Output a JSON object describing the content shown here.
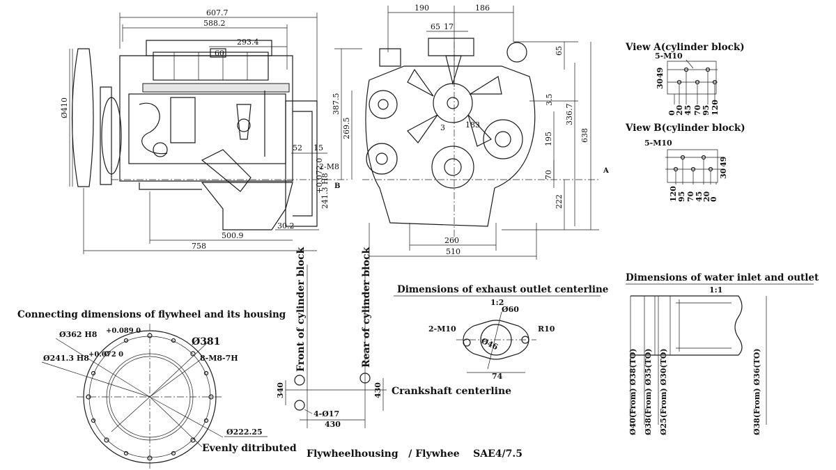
{
  "front_view": {
    "dims": {
      "overall_length": "607.7",
      "length_2": "588.2",
      "length_3": "293.4",
      "length_60": "60",
      "dia_410": "Ø410",
      "length_758": "758",
      "length_500_9": "500.9",
      "length_30_2": "30.2",
      "length_52": "52",
      "length_15": "15",
      "thread_2m8": "2-M8",
      "height_269_5": "269.5",
      "height_387_5": "387.5",
      "housing_dia": "241.3 H8",
      "tolerance": "+0.072\n0",
      "label_b": "B"
    }
  },
  "side_view": {
    "dims": {
      "w_190": "190",
      "w_186": "186",
      "w_65": "65",
      "w_17": "17",
      "v_65": "65",
      "h_3_5": "3.5",
      "h_336_7": "336.7",
      "h_195": "195",
      "h_70": "70",
      "h_222": "222",
      "h_638": "638",
      "w_183": "183",
      "w_260": "260",
      "w_510": "510",
      "label_a": "A"
    }
  },
  "view_a": {
    "title": "View A(cylinder block)",
    "thread": "5-M10",
    "v30": "30",
    "v49": "49",
    "h0": "0",
    "h20": "20",
    "h45": "45",
    "h70": "70",
    "h95": "95",
    "h120": "120"
  },
  "view_b": {
    "title": "View B(cylinder block)",
    "thread": "5-M10",
    "v30": "30",
    "v49": "49",
    "h0": "0",
    "h20": "20",
    "h45": "45",
    "h70": "70",
    "h95": "95",
    "h120": "120"
  },
  "flywheel": {
    "title": "Connecting dimensions of flywheel and its housing",
    "d362": "Ø362 H8",
    "d362_tol": "+0.089\n0",
    "d381": "Ø381",
    "d241": "Ø241.3 H8",
    "d241_tol": "+0.072\n0",
    "thread": "8-M8-7H",
    "d222": "Ø222.25",
    "distributed": "Evenly ditributed"
  },
  "block_refs": {
    "front": "Front of cylinder block",
    "rear": "Rear of cylinder block",
    "crankshaft": "Crankshaft centerline",
    "v340": "340",
    "v430": "430",
    "h430": "430",
    "holes": "4-Ø17"
  },
  "exhaust": {
    "title": "Dimensions of exhaust outlet centerline",
    "scale": "1:2",
    "d60": "Ø60",
    "d46": "Ø46",
    "thread": "2-M10",
    "r10": "R10",
    "w74": "74"
  },
  "water": {
    "title": "Dimensions of water inlet and outlet",
    "scale": "1:1",
    "d1": "Ø40(From) Ø38(TO)",
    "d2": "Ø38(From) Ø35(TO)",
    "d3": "Ø25(From) Ø30(TO)",
    "d4": "Ø38(From) Ø36(TO)"
  },
  "footer": {
    "caption": "Flywheelhousing   / Flywhee    SAE4/7.5"
  }
}
